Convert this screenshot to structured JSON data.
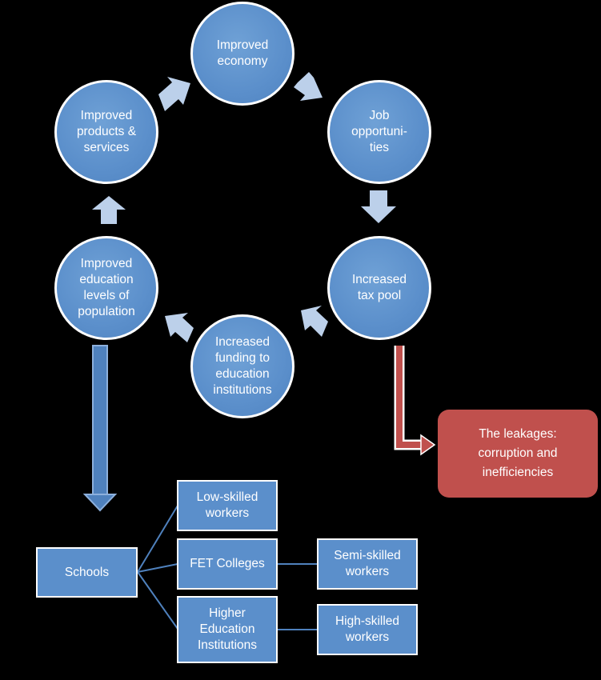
{
  "colors": {
    "background": "#000000",
    "node_fill": "#5b8fcb",
    "node_border": "#ffffff",
    "cycle_arrow": "#bcd0ea",
    "down_arrow": "#4f81bd",
    "leak_arrow": "#c0504d",
    "leak_box": "#c0504d",
    "connector": "#4f81bd"
  },
  "cycle": [
    {
      "id": "economy",
      "label": "Improved\neconomy"
    },
    {
      "id": "jobs",
      "label": "Job\nopportuni-\nties"
    },
    {
      "id": "tax",
      "label": "Increased\ntax pool"
    },
    {
      "id": "funding",
      "label": "Increased\nfunding to\neducation\ninstitutions"
    },
    {
      "id": "education",
      "label": "Improved\neducation\nlevels of\npopulation"
    },
    {
      "id": "products",
      "label": "Improved\nproducts &\nservices"
    }
  ],
  "leakage": {
    "label": "The leakages:\ncorruption and\ninefficiencies"
  },
  "tree": {
    "schools": "Schools",
    "low_skilled": "Low-skilled\nworkers",
    "fet": "FET Colleges",
    "semi_skilled": "Semi-skilled\nworkers",
    "higher_ed": "Higher\nEducation\nInstitutions",
    "high_skilled": "High-skilled\nworkers"
  }
}
